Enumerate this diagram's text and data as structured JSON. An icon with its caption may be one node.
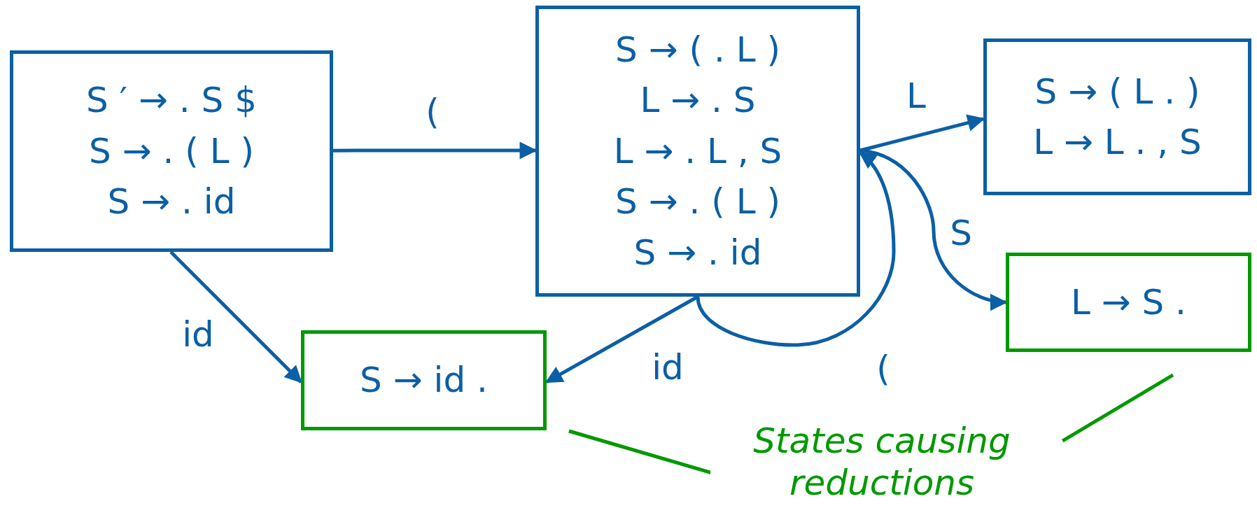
{
  "diagram": {
    "nodes": [
      {
        "text": [
          "S ′ → . S $",
          "S → . ( L )",
          "S → . id"
        ]
      },
      {
        "text": [
          "S → ( . L )",
          "L → . S",
          "L → . L , S",
          "S → . ( L )",
          "S → . id"
        ]
      },
      {
        "text": [
          "S → ( L . )",
          "L → L . , S"
        ]
      },
      {
        "text": [
          "S → id ."
        ]
      },
      {
        "text": [
          "L → S ."
        ]
      },
      {
        "text": [
          "States causing reductions"
        ]
      }
    ],
    "edges": [
      {
        "from": 0,
        "to": 1,
        "arrow": "to",
        "label": "("
      },
      {
        "from": 1,
        "to": 2,
        "arrow": "to",
        "label": "L"
      },
      {
        "from": 1,
        "to": 4,
        "arrow": "to",
        "label": "S"
      },
      {
        "from": 1,
        "to": 1,
        "arrow": "to",
        "label": "("
      },
      {
        "from": 1,
        "to": 3,
        "arrow": "to",
        "label": "id"
      },
      {
        "from": 0,
        "to": 3,
        "arrow": "to",
        "label": "id"
      },
      {
        "from": 5,
        "to": 3,
        "arrow": "none",
        "color": "#009900"
      },
      {
        "from": 5,
        "to": 4,
        "arrow": "none",
        "color": "#009900"
      }
    ]
  }
}
